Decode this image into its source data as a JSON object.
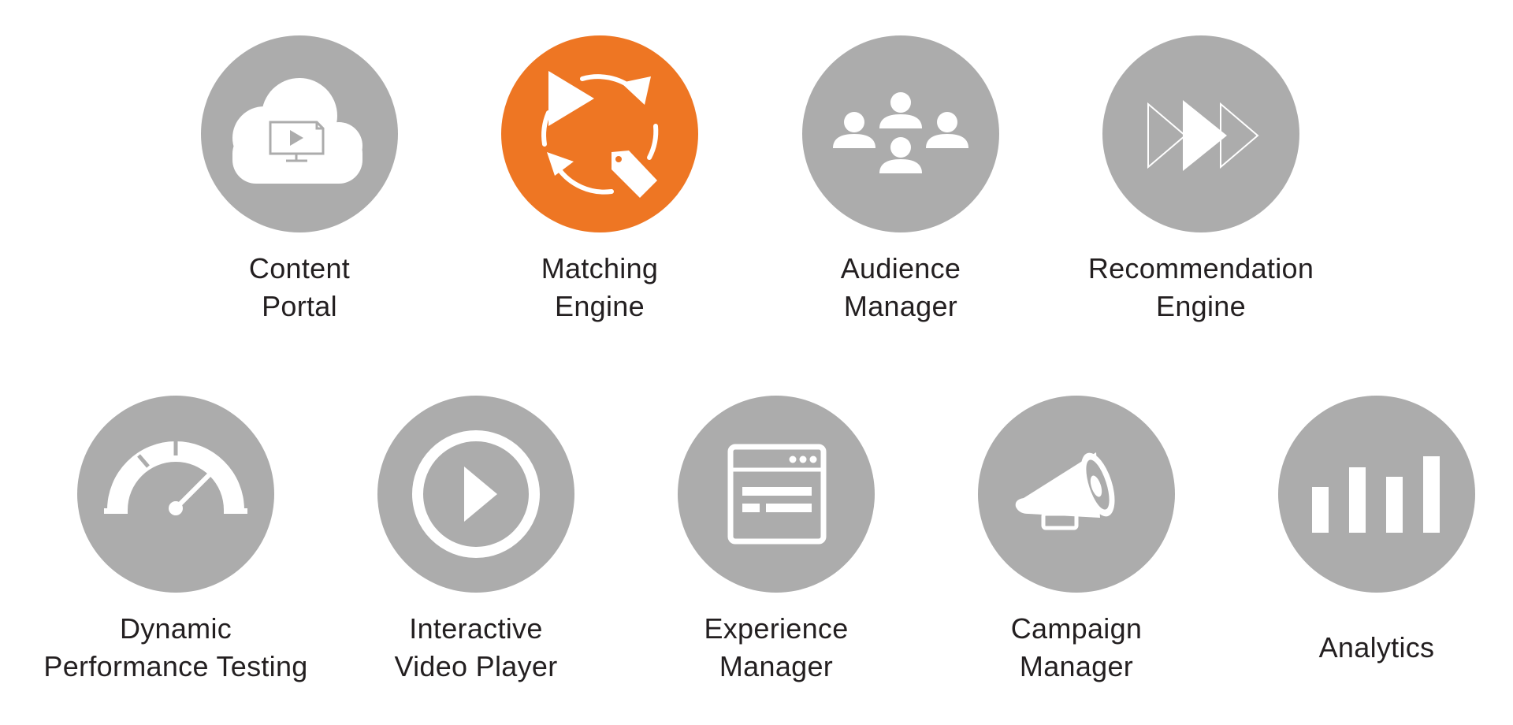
{
  "colors": {
    "default_circle": "#acacac",
    "active_circle": "#ee7623",
    "icon": "#ffffff",
    "label_text": "#231f20"
  },
  "tiles": [
    {
      "icon": "cloud-video-icon",
      "active": false,
      "label_lines": [
        "Content",
        "Portal"
      ]
    },
    {
      "icon": "matching-cycle-icon",
      "active": true,
      "label_lines": [
        "Matching",
        "Engine"
      ]
    },
    {
      "icon": "audience-group-icon",
      "active": false,
      "label_lines": [
        "Audience",
        "Manager"
      ]
    },
    {
      "icon": "fast-forward-icon",
      "active": false,
      "label_lines": [
        "Recommendation",
        "Engine"
      ]
    },
    {
      "icon": "speedometer-icon",
      "active": false,
      "label_lines": [
        "Dynamic",
        "Performance Testing"
      ]
    },
    {
      "icon": "play-circle-icon",
      "active": false,
      "label_lines": [
        "Interactive",
        "Video Player"
      ]
    },
    {
      "icon": "browser-window-icon",
      "active": false,
      "label_lines": [
        "Experience",
        "Manager"
      ]
    },
    {
      "icon": "megaphone-icon",
      "active": false,
      "label_lines": [
        "Campaign",
        "Manager"
      ]
    },
    {
      "icon": "bar-chart-icon",
      "active": false,
      "label_lines": [
        "Analytics"
      ]
    }
  ]
}
